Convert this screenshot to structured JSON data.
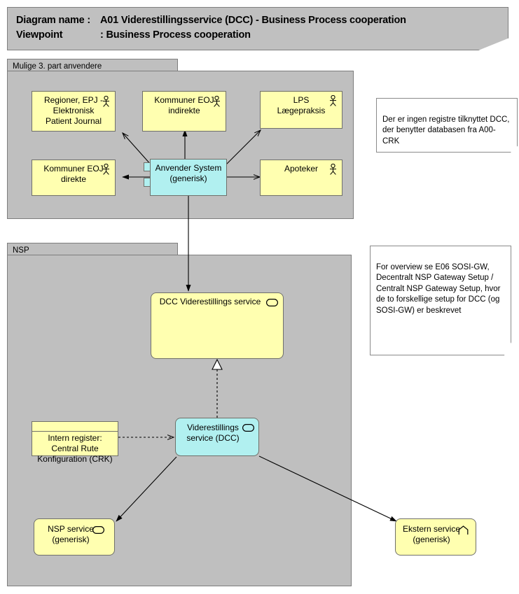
{
  "title": {
    "diagram_label": "Diagram name :",
    "diagram_name": "A01 Viderestillingsservice (DCC) - Business Process cooperation",
    "viewpoint_label": "Viewpoint",
    "viewpoint_sep": ": ",
    "viewpoint_name": "Business Process cooperation"
  },
  "groups": {
    "third_party": {
      "label": "Mulige 3. part anvendere"
    },
    "nsp": {
      "label": "NSP"
    }
  },
  "elements": {
    "regioner_epj": {
      "label": "Regioner, EPJ -\nElektronisk\nPatient Journal",
      "icon": "actor-icon"
    },
    "kommuner_indirekte": {
      "label": "Kommuner EOJ\nindirekte",
      "icon": "actor-icon"
    },
    "lps": {
      "label": "LPS\nLægepraksis",
      "icon": "actor-icon"
    },
    "kommuner_direkte": {
      "label": "Kommuner EOJ\ndirekte",
      "icon": "actor-icon"
    },
    "apoteker": {
      "label": "Apoteker",
      "icon": "actor-icon"
    },
    "anvender_system": {
      "label": "Anvender System\n(generisk)",
      "icon": "application-component-icon"
    },
    "dcc_viderestillings_service": {
      "label": "DCC Viderestillings service",
      "icon": "service-interface-icon"
    },
    "viderestillings_service_dcc": {
      "label": "Viderestillings\nservice (DCC)",
      "icon": "service-interface-icon"
    },
    "intern_register": {
      "label": "Intern register:\nCentral Rute\nKonfiguration (CRK)",
      "icon": "none"
    },
    "nsp_service": {
      "label": "NSP service\n(generisk)",
      "icon": "service-interface-icon"
    },
    "ekstern_service": {
      "label": "Ekstern service\n(generisk)",
      "icon": "chevron-icon"
    }
  },
  "notes": {
    "note_crk": {
      "text": "Der er ingen registre tilknyttet DCC, der benytter databasen fra A00-CRK"
    },
    "note_sosi": {
      "text": "For overview se E06 SOSI-GW, Decentralt NSP Gateway Setup / Centralt NSP Gateway Setup, hvor de to forskellige setup for DCC (og SOSI-GW) er beskrevet"
    }
  },
  "colors": {
    "business_yellow": "#ffffb0",
    "application_cyan": "#b1f0f0",
    "group_gray": "#bfbfbf",
    "banner_gray": "#c0c0c0",
    "line": "#000000",
    "border": "#70706a"
  }
}
